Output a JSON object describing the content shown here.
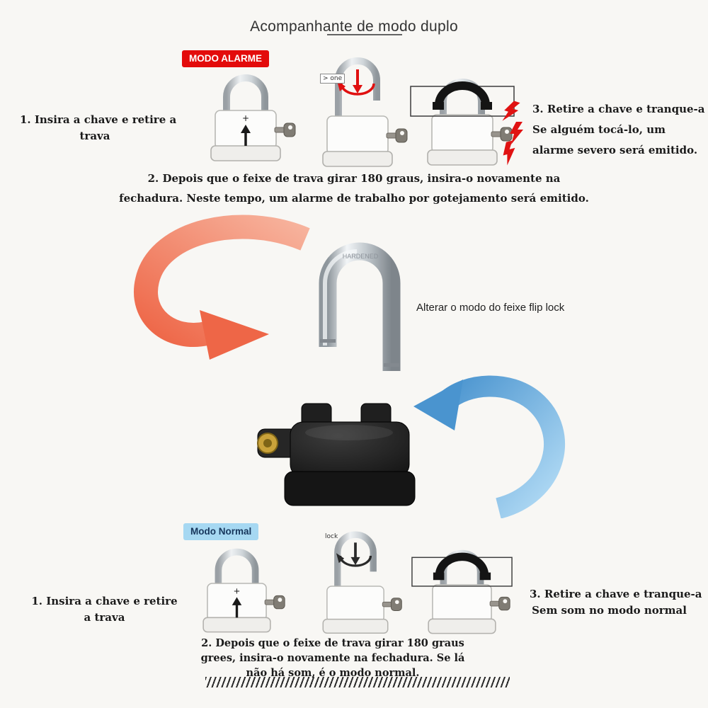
{
  "title": "Acompanhante de modo duplo",
  "glyphs": {
    "plus": "+"
  },
  "alarm": {
    "badge": "MODO ALARME",
    "step1_lines": [
      "1. Insira a chave e retire a",
      "trava"
    ],
    "lock2_label": "> one",
    "step2_lines": [
      "2. Depois que o feixe de trava girar 180 graus, insira-o novamente na",
      "fechadura. Neste tempo, um alarme de trabalho por gotejamento será emitido."
    ],
    "step3_lines": [
      "3. Retire a chave e tranque-a",
      "Se alguém tocá-lo, um",
      "alarme severo será emitido."
    ]
  },
  "middle": {
    "shackle_brand": "HARDENED",
    "caption": "Alterar o modo do feixe flip lock"
  },
  "normal": {
    "badge": "Modo Normal",
    "step1_lines": [
      "1. Insira a chave e retire",
      "a trava"
    ],
    "lock2_label": "lock",
    "step2_lines": [
      "2. Depois que o feixe de trava girar 180 graus",
      "grees, insira-o novamente na fechadura. Se lá",
      "não há som, é o modo normal."
    ],
    "step3_lines": [
      "3. Retire a chave e tranque-a",
      "Sem som no modo normal"
    ]
  },
  "colors": {
    "alarm_badge_bg": "#e30b0b",
    "alarm_badge_text": "#ffffff",
    "normal_badge_bg": "#a6d8f2",
    "normal_badge_text": "#17365c",
    "bolt": "#e01212",
    "rotate_arrow_alarm": "#e01010",
    "rotate_arrow_normal": "#2a2a2a",
    "orange_arrow": "#ee6647",
    "blue_arrow": "#4a94cf"
  }
}
